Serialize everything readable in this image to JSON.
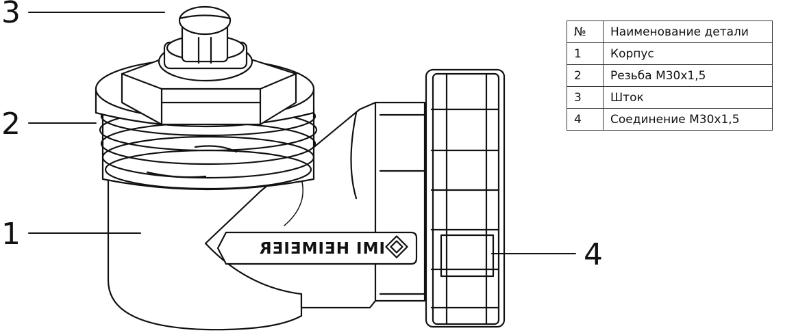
{
  "callouts": {
    "c1": "1",
    "c2": "2",
    "c3": "3",
    "c4": "4"
  },
  "brand": {
    "text": "IMI HEIMEIER",
    "logo": "diamond-logo-icon"
  },
  "parts_table": {
    "headers": [
      "№",
      "Наименование детали"
    ],
    "rows": [
      [
        "1",
        "Корпус"
      ],
      [
        "2",
        "Резьба М30х1,5"
      ],
      [
        "3",
        "Шток"
      ],
      [
        "4",
        "Соединение М30х1,5"
      ]
    ]
  }
}
